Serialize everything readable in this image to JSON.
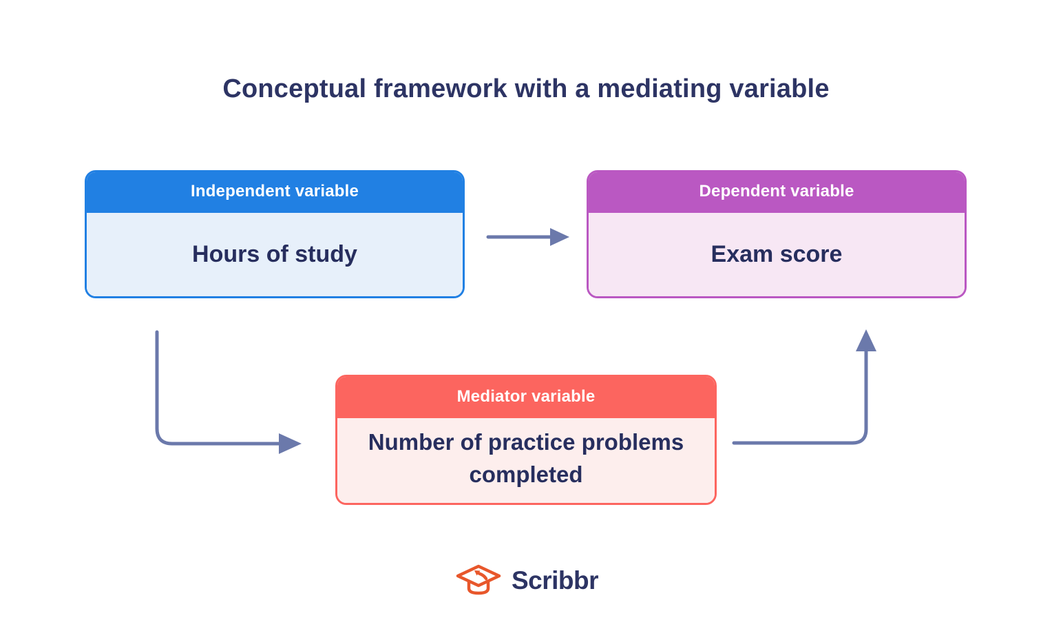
{
  "title": "Conceptual framework with a mediating variable",
  "diagram": {
    "independent": {
      "label": "Independent variable",
      "value": "Hours of study"
    },
    "dependent": {
      "label": "Dependent variable",
      "value": "Exam score"
    },
    "mediator": {
      "label": "Mediator variable",
      "value": "Number of practice problems completed"
    }
  },
  "logo": {
    "brand": "Scribbr"
  },
  "colors": {
    "background": "#ffffff",
    "title_text": "#2d3464",
    "box_text": "#272e5e",
    "blue": "#2180e3",
    "blue_light": "#e7f0fa",
    "purple": "#ba58c2",
    "purple_light": "#f7e7f4",
    "red": "#fc655f",
    "red_light": "#fdeeed",
    "arrow": "#6b79ab",
    "logo_orange": "#e8572b"
  }
}
